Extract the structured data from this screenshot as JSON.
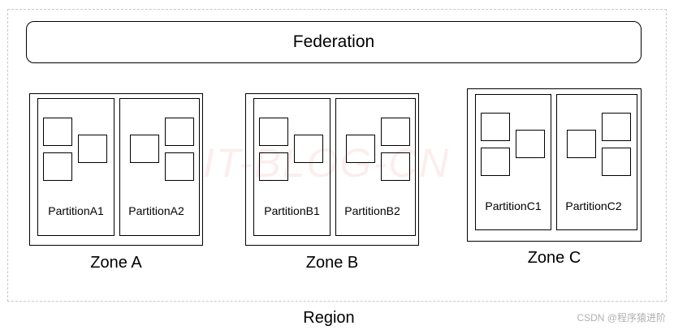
{
  "federation": {
    "label": "Federation"
  },
  "region": {
    "label": "Region"
  },
  "zones": [
    {
      "label": "Zone A",
      "partitions": [
        {
          "label": "PartitionA1"
        },
        {
          "label": "PartitionA2"
        }
      ]
    },
    {
      "label": "Zone B",
      "partitions": [
        {
          "label": "PartitionB1"
        },
        {
          "label": "PartitionB2"
        }
      ]
    },
    {
      "label": "Zone C",
      "partitions": [
        {
          "label": "PartitionC1"
        },
        {
          "label": "PartitionC2"
        }
      ]
    }
  ],
  "watermark": "IT-BLOG-CN",
  "credit": "CSDN @程序猿进阶",
  "colors": {
    "stroke": "#000000",
    "region_border": "#c8c8c8",
    "watermark": "#e67878"
  }
}
